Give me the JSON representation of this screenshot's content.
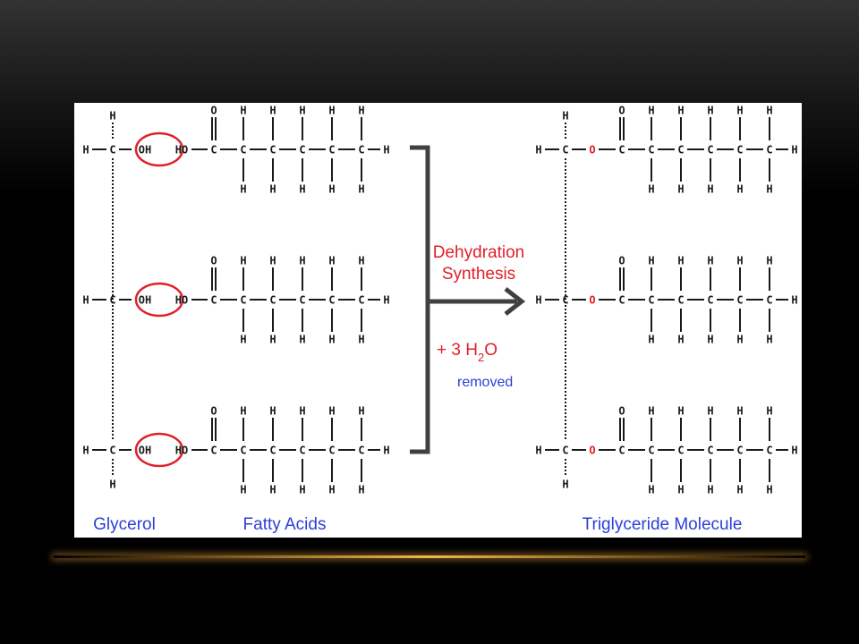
{
  "atoms": {
    "H": "H",
    "C": "C",
    "O": "O",
    "OH": "OH",
    "HO": "HO"
  },
  "reaction": {
    "line1": "Dehydration",
    "line2": "Synthesis",
    "water_prefix": "+ 3 H",
    "water_subscript": "2",
    "water_suffix": "O",
    "removed": "removed"
  },
  "labels": {
    "glycerol": "Glycerol",
    "fatty_acids": "Fatty Acids",
    "triglyceride": "Triglyceride Molecule"
  },
  "colors": {
    "bond_text": "#1a1a1a",
    "highlight_red": "#e0202a",
    "label_blue": "#2c3fd6",
    "gold_glow": "#f2b84e"
  }
}
